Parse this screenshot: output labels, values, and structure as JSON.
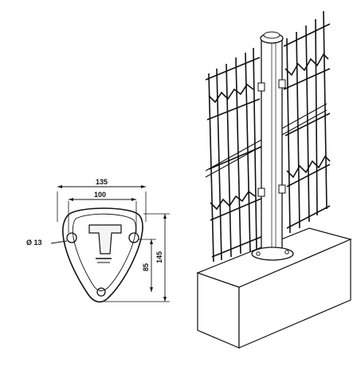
{
  "dimensions": {
    "overall_width": "135",
    "hole_spacing": "100",
    "hole_diameter": "Ø 13",
    "inner_height": "85",
    "overall_height": "145"
  },
  "colors": {
    "line": "#111111",
    "fill": "#ffffff",
    "shade": "#e9e9e9"
  }
}
